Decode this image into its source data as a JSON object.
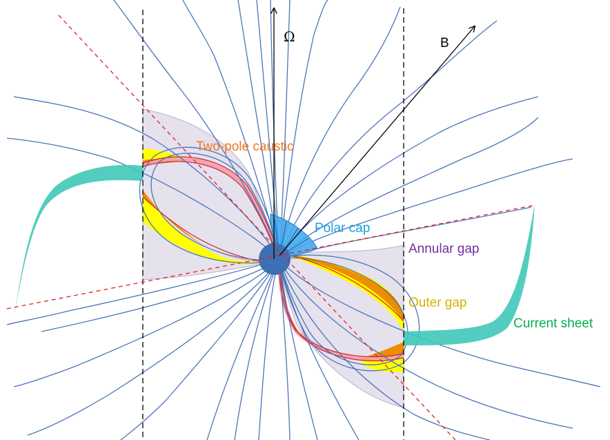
{
  "labels": {
    "omega": "Ω",
    "b_field": "B",
    "two_pole_caustic": "Two-pole caustic",
    "polar_cap": "Polar cap",
    "annular_gap": "Annular gap",
    "outer_gap": "Outer gap",
    "current_sheet": "Current sheet"
  },
  "colors": {
    "field_line": "#4a74b8",
    "current_sheet": "#40c8b8",
    "outer_gap_fill": "#ffff00",
    "outer_gap_inner": "#f08c00",
    "two_pole_caustic_band": "#f2a0a8",
    "two_pole_caustic_text": "#f07820",
    "polar_cap_fill": "#44aaee",
    "polar_cap_text": "#1aa0e0",
    "annular_gap_fill": "#e0dcea",
    "annular_gap_text": "#7030a0",
    "outer_gap_text": "#d4b000",
    "current_sheet_text": "#00b050",
    "star": "#3d6fb4",
    "light_cylinder": "#000000",
    "magnetic_axis": "#e02020"
  }
}
